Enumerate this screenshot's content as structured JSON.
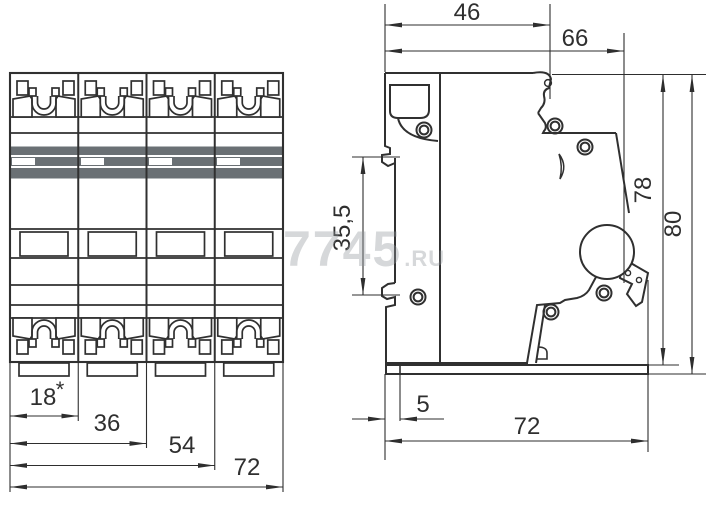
{
  "watermark": {
    "brand": "7745",
    "suffix": ".RU"
  },
  "dimensions": {
    "front": {
      "module_width": "18",
      "module_width_note": "*",
      "two_modules": "36",
      "three_modules": "54",
      "four_modules": "72"
    },
    "side": {
      "top_depth": "46",
      "front_depth": "66",
      "body_height": "78",
      "total_height": "80",
      "rail_slot_height": "35,5",
      "plate_lip": "5",
      "total_depth": "72"
    }
  },
  "colors": {
    "line": "#303030",
    "dim_line": "#2e2e2e",
    "band_gray": "#6a7074",
    "watermark": "rgba(146,152,158,0.38)"
  }
}
